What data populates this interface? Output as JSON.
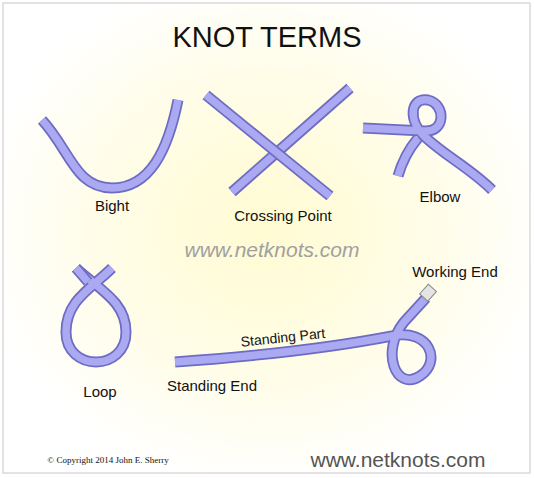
{
  "diagram": {
    "title": "KNOT TERMS",
    "labels": [
      "Bight",
      "Crossing Point",
      "Elbow",
      "www.netknots.com",
      "Loop",
      "Working End",
      "Standing Part",
      "Standing End",
      "© Copyright 2014 John E. Sherry",
      "www.netknots.com"
    ]
  }
}
